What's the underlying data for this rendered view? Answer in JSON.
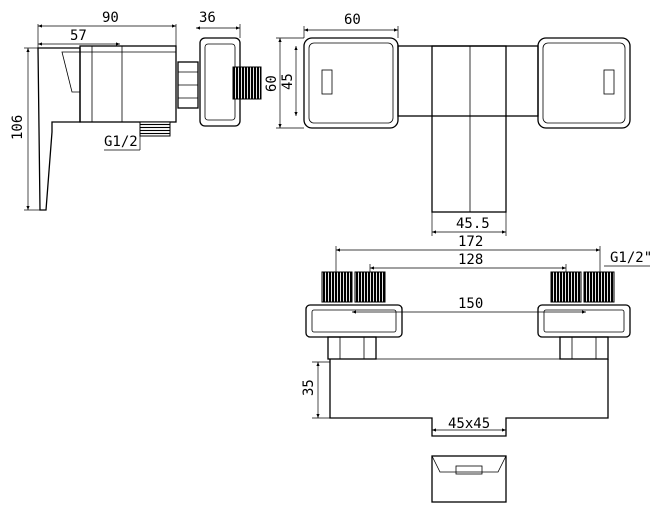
{
  "diagram": {
    "side_view": {
      "dim_overall_depth": "90",
      "dim_lever_depth": "57",
      "dim_bracket_depth": "36",
      "dim_height": "106",
      "dim_thread": "G1/2"
    },
    "top_view": {
      "dim_head_width": "60",
      "dim_head_height": "60",
      "dim_body_height": "45",
      "dim_spout_width": "45.5"
    },
    "front_view": {
      "dim_overall_width": "172",
      "dim_inlet_span": "128",
      "dim_thread": "G1/2\"",
      "dim_centers": "150",
      "dim_drop": "35",
      "dim_outlet": "45x45"
    }
  }
}
